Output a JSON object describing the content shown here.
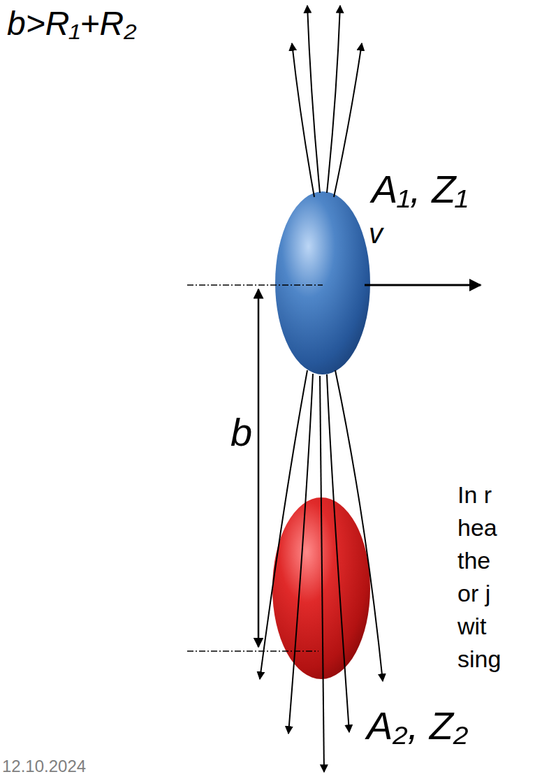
{
  "diagram": {
    "labels": [
      "b>R₁+R₂",
      "A₁, Z₁",
      "v",
      "b",
      "In r",
      "hea",
      "the",
      "or j",
      "wit",
      "sing",
      "A₂, Z₂",
      "12.10.2024"
    ]
  }
}
